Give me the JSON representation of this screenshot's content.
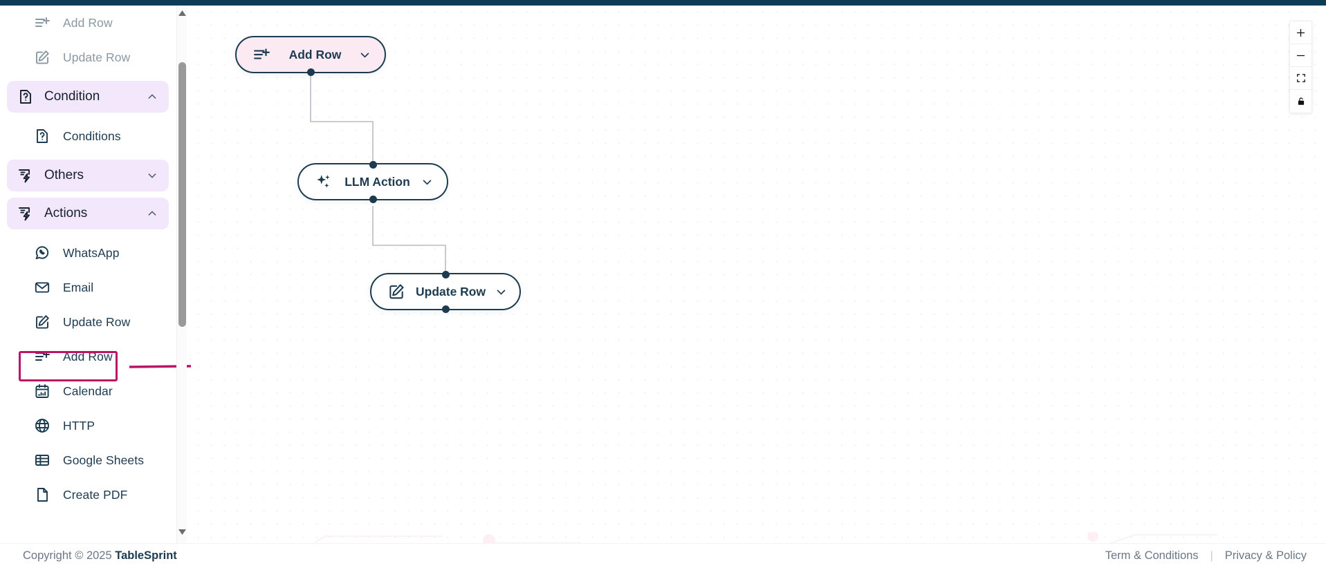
{
  "sidebar": {
    "top_items": [
      {
        "label": "Add Row",
        "icon": "add-row-icon",
        "dim": true
      },
      {
        "label": "Update Row",
        "icon": "update-row-icon",
        "dim": true
      }
    ],
    "sections": [
      {
        "label": "Condition",
        "icon": "condition-icon",
        "state": "expanded",
        "items": [
          {
            "label": "Conditions",
            "icon": "condition-icon"
          }
        ]
      },
      {
        "label": "Others",
        "icon": "others-icon",
        "state": "collapsed",
        "items": []
      },
      {
        "label": "Actions",
        "icon": "actions-icon",
        "state": "expanded",
        "items": [
          {
            "label": "WhatsApp",
            "icon": "whatsapp-icon"
          },
          {
            "label": "Email",
            "icon": "email-icon"
          },
          {
            "label": "Update Row",
            "icon": "update-row-icon",
            "highlighted": true
          },
          {
            "label": "Add Row",
            "icon": "add-row-icon"
          },
          {
            "label": "Calendar",
            "icon": "calendar-icon"
          },
          {
            "label": "HTTP",
            "icon": "globe-icon"
          },
          {
            "label": "Google Sheets",
            "icon": "sheets-icon"
          },
          {
            "label": "Create PDF",
            "icon": "pdf-icon"
          }
        ]
      }
    ],
    "scrollbar": {
      "up_icon": "scroll-up-arrow-icon",
      "down_icon": "scroll-down-arrow-icon"
    }
  },
  "annotation": {
    "highlight_color": "#bb1365",
    "target_label": "Update Row",
    "arrow_icon": "pointer-arrow-icon"
  },
  "canvas": {
    "nodes": [
      {
        "id": "add-row",
        "label": "Add Row",
        "icon": "add-row-icon",
        "variant": "pink",
        "chevron": "chevron-down-icon"
      },
      {
        "id": "llm-action",
        "label": "LLM Action",
        "icon": "sparkle-icon",
        "variant": "white",
        "chevron": "chevron-down-icon"
      },
      {
        "id": "update-row",
        "label": "Update Row",
        "icon": "update-row-icon",
        "variant": "white",
        "chevron": "chevron-down-icon"
      }
    ],
    "edges": [
      {
        "from": "add-row",
        "to": "llm-action"
      },
      {
        "from": "llm-action",
        "to": "update-row"
      }
    ],
    "controls": [
      {
        "name": "zoom-in",
        "icon": "plus-icon"
      },
      {
        "name": "zoom-out",
        "icon": "minus-icon"
      },
      {
        "name": "fit-view",
        "icon": "fit-view-icon"
      },
      {
        "name": "lock",
        "icon": "lock-icon"
      }
    ]
  },
  "footer": {
    "copyright_prefix": "Copyright © 2025 ",
    "brand": "TableSprint",
    "terms": "Term & Conditions",
    "separator": "|",
    "privacy": "Privacy & Policy"
  }
}
